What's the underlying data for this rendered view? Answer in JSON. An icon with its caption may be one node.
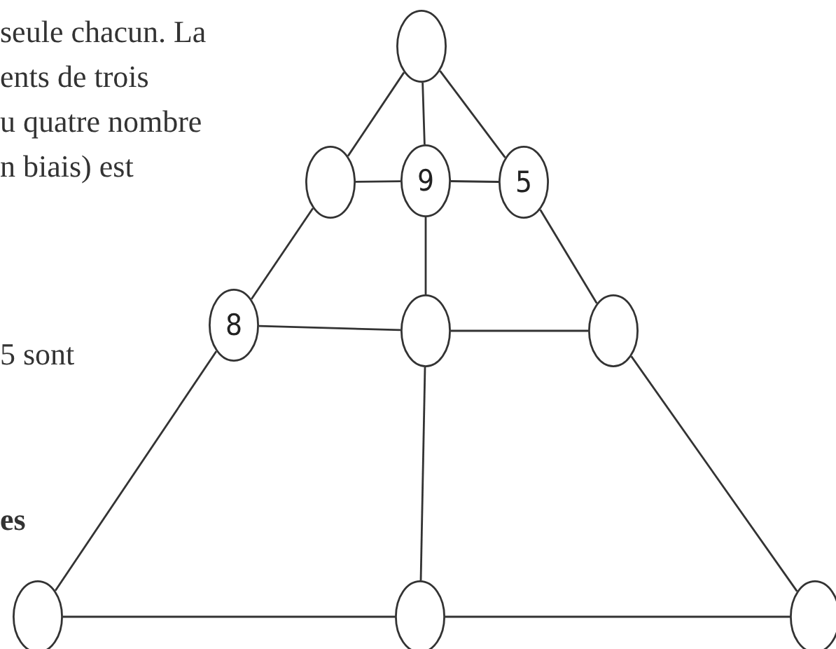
{
  "diagram": {
    "nodes": [
      {
        "text": [],
        "shape": "circle"
      },
      {
        "text": [],
        "shape": "circle"
      },
      {
        "text": [
          "9"
        ]
      },
      {
        "text": [
          "5"
        ]
      },
      {
        "text": [
          "8"
        ]
      },
      {
        "text": [],
        "shape": "circle"
      },
      {
        "text": [],
        "shape": "circle"
      },
      {
        "text": [],
        "shape": "circle"
      },
      {
        "text": [],
        "shape": "circle"
      },
      {
        "text": [],
        "shape": "circle"
      }
    ],
    "edges": [
      {
        "from": 0,
        "to": 1,
        "arrow": "none"
      },
      {
        "from": 0,
        "to": 2,
        "arrow": "none"
      },
      {
        "from": 0,
        "to": 3,
        "arrow": "none"
      },
      {
        "from": 1,
        "to": 2,
        "arrow": "none"
      },
      {
        "from": 2,
        "to": 3,
        "arrow": "none"
      },
      {
        "from": 1,
        "to": 4,
        "arrow": "none"
      },
      {
        "from": 2,
        "to": 5,
        "arrow": "none"
      },
      {
        "from": 3,
        "to": 6,
        "arrow": "none"
      },
      {
        "from": 4,
        "to": 5,
        "arrow": "none"
      },
      {
        "from": 5,
        "to": 6,
        "arrow": "none"
      },
      {
        "from": 4,
        "to": 7,
        "arrow": "none"
      },
      {
        "from": 5,
        "to": 8,
        "arrow": "none"
      },
      {
        "from": 6,
        "to": 9,
        "arrow": "none"
      },
      {
        "from": 7,
        "to": 8,
        "arrow": "none"
      },
      {
        "from": 8,
        "to": 9,
        "arrow": "none"
      }
    ],
    "labels": [
      "seule chacun. La",
      "ents de trois",
      "u quatre nombre",
      "n biais) est",
      "5 sont",
      "es"
    ]
  }
}
